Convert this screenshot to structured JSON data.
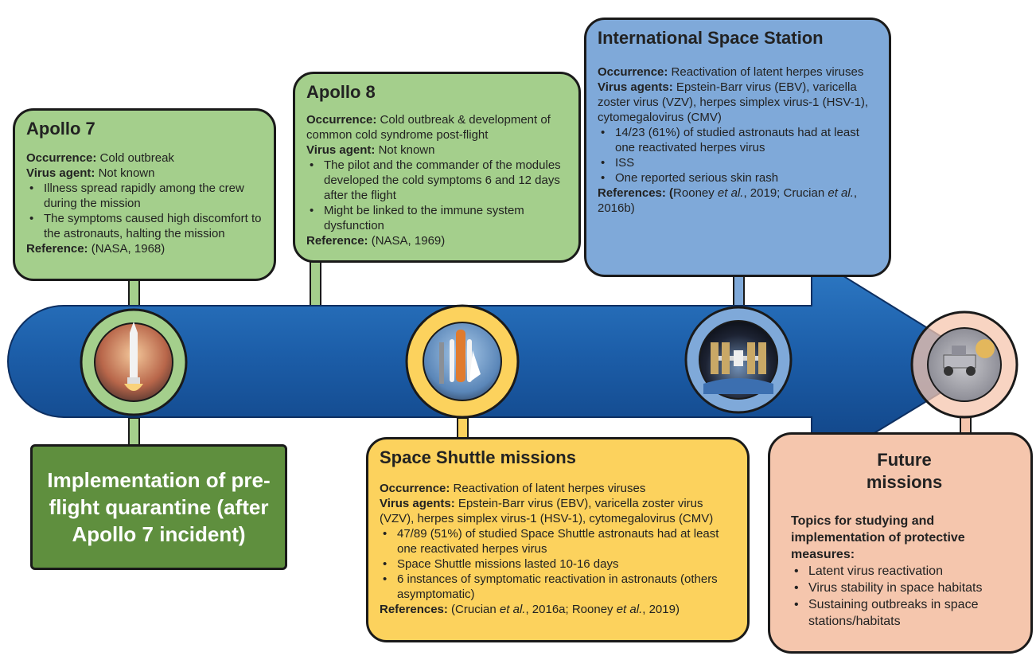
{
  "colors": {
    "apollo_green": "#a4cf8c",
    "quarantine_green": "#5f8f3e",
    "iss_blue": "#7fa9d9",
    "shuttle_yellow": "#fcd25d",
    "future_peach": "#f5c6ad",
    "arrow_blue": "#1f5fa8"
  },
  "apollo7": {
    "title": "Apollo 7",
    "occurrence_label": "Occurrence:",
    "occurrence": " Cold outbreak",
    "agent_label": "Virus agent:",
    "agent": " Not known",
    "bullets": [
      "Illness spread rapidly among the crew during the mission",
      "The symptoms caused high discomfort to the astronauts, halting the mission"
    ],
    "reference_label": "Reference:",
    "reference": " (NASA, 1968)",
    "image_icon": "rocket-launch-icon"
  },
  "apollo8": {
    "title": "Apollo 8",
    "occurrence_label": "Occurrence:",
    "occurrence": " Cold outbreak & development of common cold syndrome post-flight",
    "agent_label": "Virus agent:",
    "agent": " Not known",
    "bullets": [
      "The pilot and the commander of the modules developed the cold symptoms 6 and 12 days after the flight",
      "Might be linked to the immune system dysfunction"
    ],
    "reference_label": "Reference:",
    "reference": " (NASA, 1969)"
  },
  "iss": {
    "title": "International Space Station",
    "occurrence_label": "Occurrence:",
    "occurrence": " Reactivation of latent herpes viruses",
    "agents_label": "Virus agents:",
    "agents": " Epstein-Barr virus (EBV), varicella zoster virus (VZV), herpes simplex virus-1 (HSV-1), cytomegalovirus (CMV)",
    "bullets": [
      "14/23 (61%) of studied astronauts had at least one reactivated herpes virus",
      "ISS",
      "One reported serious skin rash"
    ],
    "references_label": "References: (",
    "ref_a1": "Rooney ",
    "ref_a1_etal": "et al.",
    "ref_a1_year": ", 2019; Crucian ",
    "ref_a2_etal": "et al.",
    "ref_a2_year": ", 2016b)",
    "image_icon": "space-station-icon"
  },
  "shuttle": {
    "title": "Space Shuttle missions",
    "occurrence_label": "Occurrence:",
    "occurrence": " Reactivation of latent herpes viruses",
    "agents_label": "Virus agents:",
    "agents": " Epstein-Barr virus (EBV), varicella zoster virus (VZV), herpes simplex virus-1 (HSV-1), cytomegalovirus (CMV)",
    "bullets": [
      "47/89 (51%) of studied Space Shuttle astronauts had at least one reactivated herpes virus",
      "Space Shuttle missions lasted 10-16 days",
      "6 instances of symptomatic reactivation in astronauts (others asymptomatic)"
    ],
    "references_label": "References:",
    "ref_open": " (Crucian ",
    "ref_etal1": "et al.",
    "ref_mid": ", 2016a; Rooney ",
    "ref_etal2": "et al.",
    "ref_close": ", 2019)",
    "image_icon": "space-shuttle-icon"
  },
  "quarantine": {
    "text": "Implementation of pre-flight quarantine (after Apollo 7 incident)"
  },
  "future": {
    "title": "Future missions",
    "topics_heading": "Topics for studying and implementation of protective measures:",
    "bullets": [
      "Latent virus reactivation",
      "Virus stability in space habitats",
      "Sustaining outbreaks in space stations/habitats"
    ],
    "image_icon": "lunar-rover-icon"
  }
}
